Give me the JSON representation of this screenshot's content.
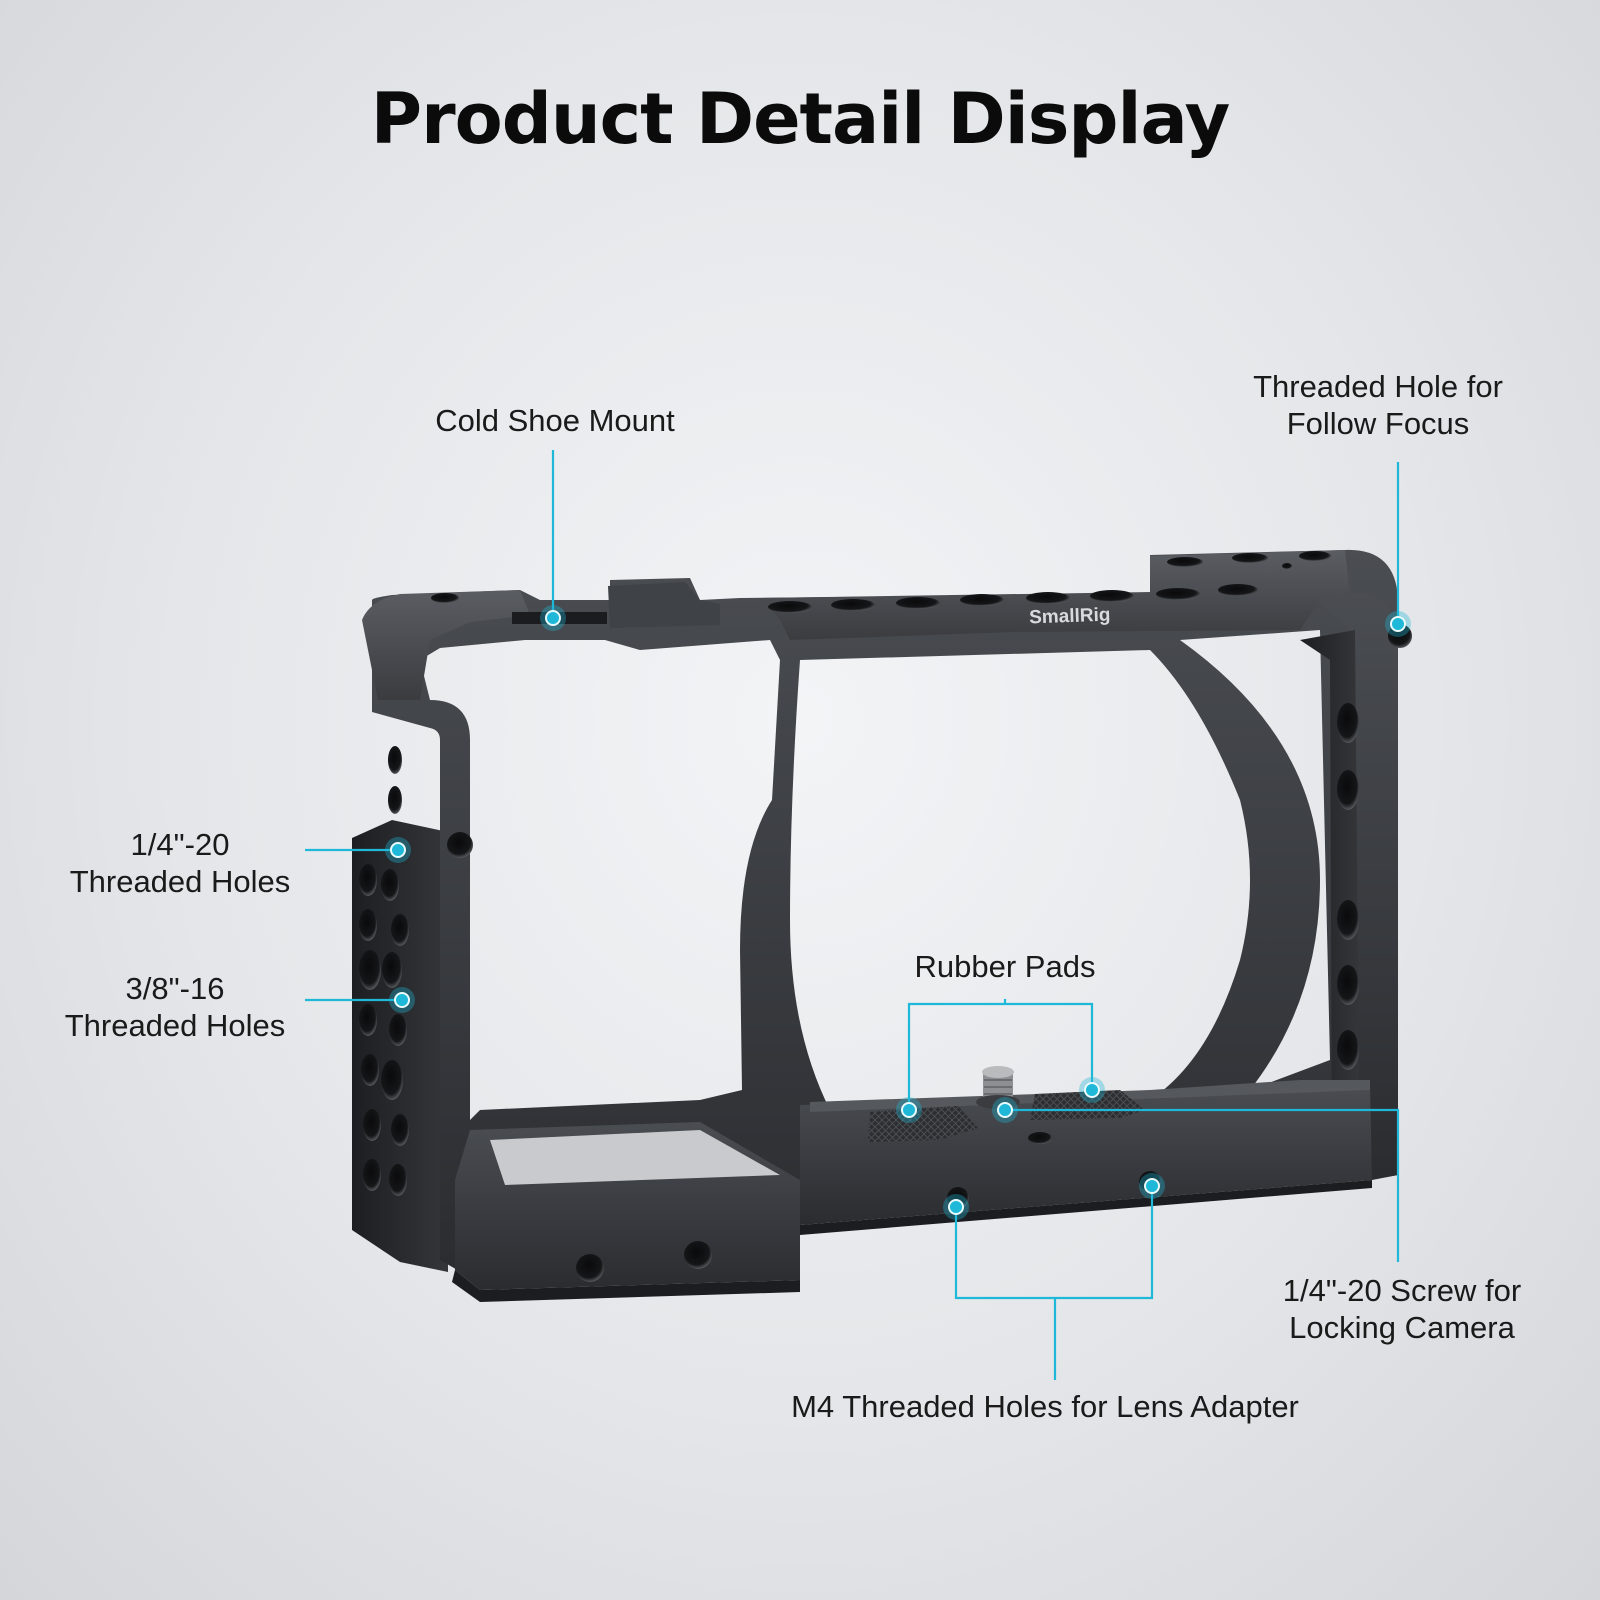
{
  "title": "Product Detail Display",
  "brand": "SmallRig",
  "accent_color": "#1fb8d8",
  "callouts": {
    "cold_shoe": {
      "lines": [
        "Cold Shoe Mount"
      ]
    },
    "follow_focus": {
      "lines": [
        "Threaded Hole for",
        "Follow Focus"
      ]
    },
    "quarter_holes": {
      "lines": [
        "1/4\"-20",
        "Threaded Holes"
      ]
    },
    "three_eighths_holes": {
      "lines": [
        "3/8\"-16",
        "Threaded Holes"
      ]
    },
    "rubber_pads": {
      "lines": [
        "Rubber Pads"
      ]
    },
    "locking_screw": {
      "lines": [
        "1/4\"-20 Screw for",
        "Locking Camera"
      ]
    },
    "m4_holes": {
      "lines": [
        "M4 Threaded Holes for Lens Adapter"
      ]
    }
  }
}
